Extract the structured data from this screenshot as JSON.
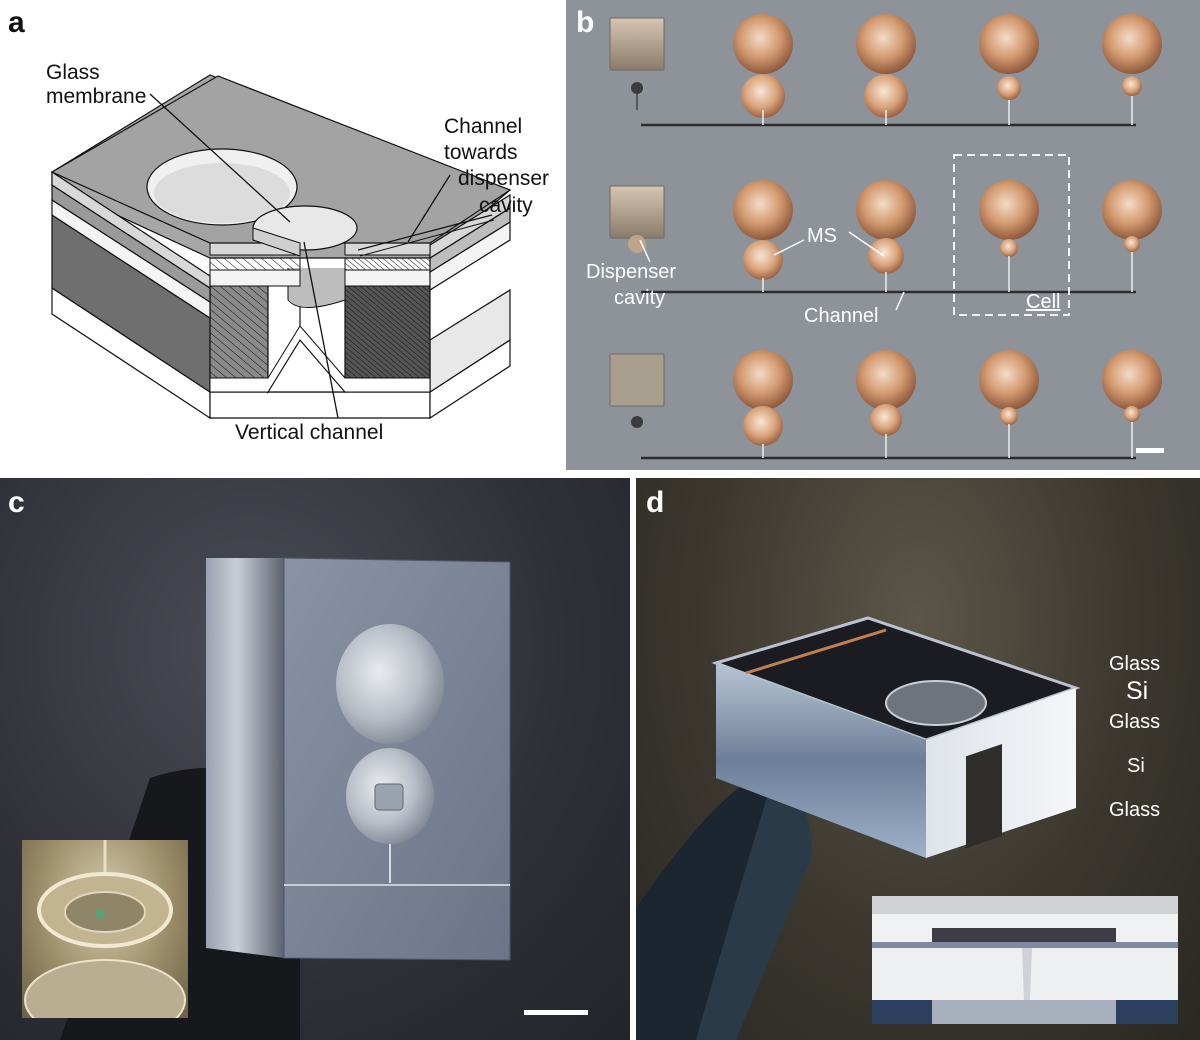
{
  "figure": {
    "panels": [
      {
        "letter": "a",
        "labels": {
          "glass_membrane": [
            "Glass",
            "membrane"
          ],
          "channel": [
            "Channel",
            "towards",
            "dispenser",
            "cavity"
          ],
          "vertical_channel": "Vertical channel"
        }
      },
      {
        "letter": "b",
        "labels": {
          "ms": "MS",
          "dispenser_cavity": [
            "Dispenser",
            "cavity"
          ],
          "channel": "Channel",
          "cell": "Cell"
        }
      },
      {
        "letter": "c",
        "labels": {}
      },
      {
        "letter": "d",
        "labels": {
          "layers": [
            "Glass",
            "Si",
            "Glass",
            "Si",
            "Glass"
          ]
        }
      }
    ]
  },
  "colors": {
    "panel_b_background": "#8e9299",
    "panel_c_background": "#2e2f37",
    "panel_d_background": "#3b372f",
    "annotation_white": "#ffffff",
    "cell_copper": "#c98b63"
  }
}
